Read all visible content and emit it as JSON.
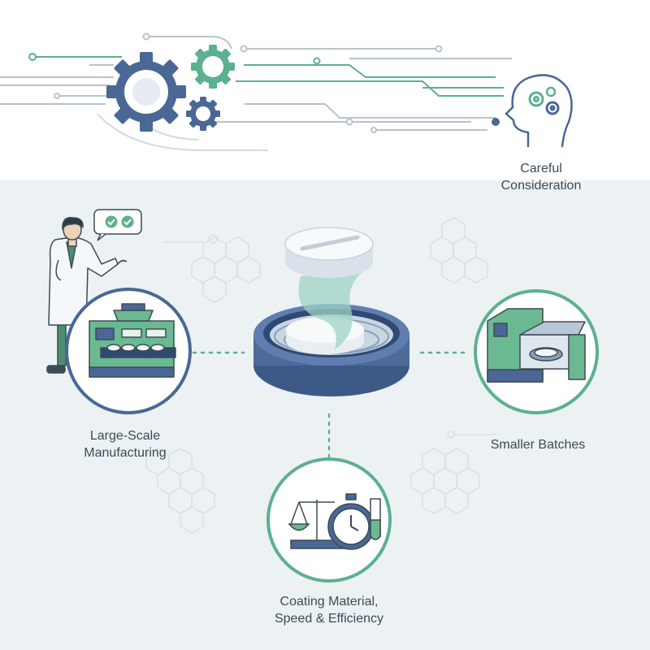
{
  "labels": {
    "careful_consideration": [
      "Careful",
      "Consideration"
    ],
    "large_scale": [
      "Large-Scale",
      "Manufacturing"
    ],
    "smaller_batches": [
      "Smaller Batches"
    ],
    "coating": [
      "Coating Material,",
      "Speed & Efficiency"
    ]
  },
  "colors": {
    "navy": "#4a6796",
    "teal": "#5cb08f",
    "green_machine": "#6bb990",
    "grey_line": "#b9c3cc",
    "text": "#3d4a57",
    "background_bottom": "#ecf1f4"
  },
  "icons": [
    "gear-icon",
    "brain-gears-icon",
    "tablet-icon",
    "scientist-icon",
    "checkmark-bubble-icon",
    "packaging-machine-icon",
    "coating-chamber-icon",
    "scale-icon",
    "stopwatch-icon",
    "test-tube-icon"
  ]
}
